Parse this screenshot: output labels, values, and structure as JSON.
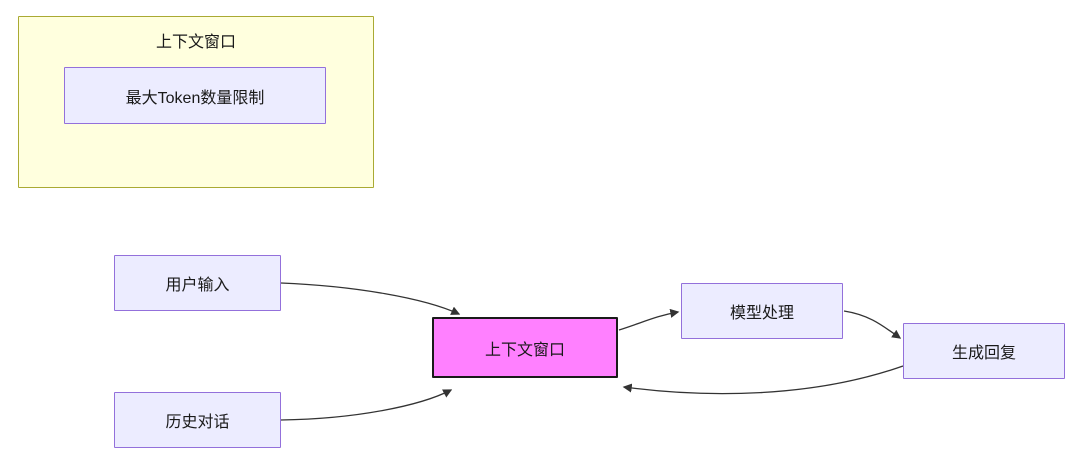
{
  "diagram": {
    "type": "flowchart",
    "subgraph": {
      "title": "上下文窗口",
      "node_label": "最大Token数量限制"
    },
    "nodes": {
      "user_input": {
        "label": "用户输入"
      },
      "history_dialogue": {
        "label": "历史对话"
      },
      "context_window": {
        "label": "上下文窗口"
      },
      "model_processing": {
        "label": "模型处理"
      },
      "generate_reply": {
        "label": "生成回复"
      }
    },
    "edges": [
      {
        "from": "用户输入",
        "to": "上下文窗口"
      },
      {
        "from": "历史对话",
        "to": "上下文窗口"
      },
      {
        "from": "上下文窗口",
        "to": "模型处理"
      },
      {
        "from": "模型处理",
        "to": "生成回复"
      },
      {
        "from": "生成回复",
        "to": "上下文窗口"
      }
    ],
    "colors": {
      "background": "#ffffff",
      "subgraph_fill": "#ffffde",
      "subgraph_border": "#aaaa33",
      "node_fill": "#ececff",
      "node_border": "#9370db",
      "highlight_fill": "#ff80ff",
      "highlight_border": "#1a1a1a",
      "edge_stroke": "#333333",
      "text": "#1a1a1a"
    }
  }
}
